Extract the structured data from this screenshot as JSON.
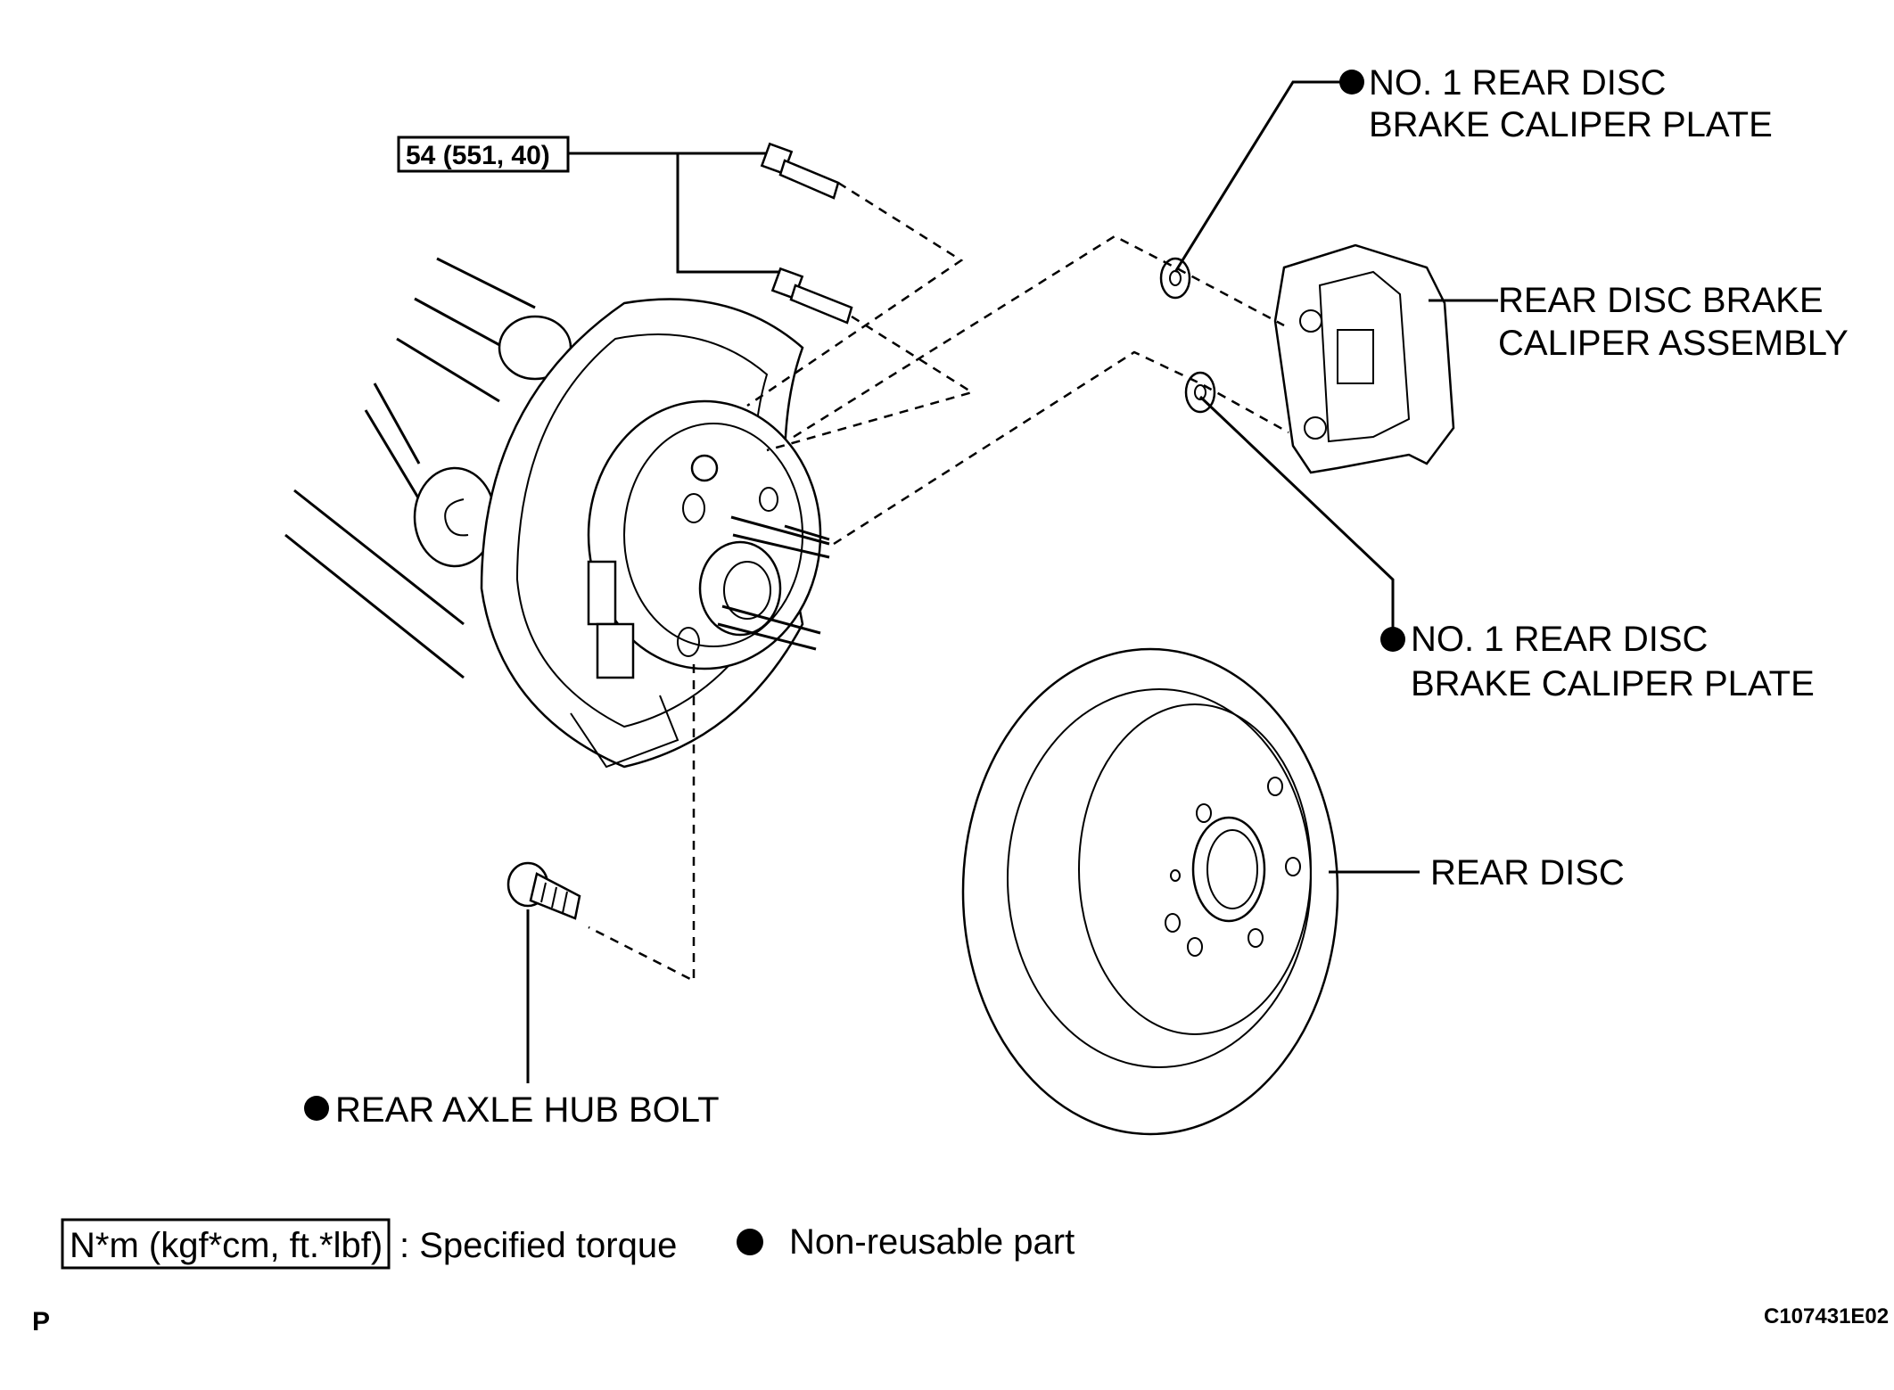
{
  "labels": {
    "caliper_plate_top_line1": "NO. 1 REAR DISC",
    "caliper_plate_top_line2": "BRAKE CALIPER PLATE",
    "caliper_assembly_line1": "REAR DISC BRAKE",
    "caliper_assembly_line2": "CALIPER ASSEMBLY",
    "caliper_plate_mid_line1": "NO. 1 REAR DISC",
    "caliper_plate_mid_line2": "BRAKE CALIPER PLATE",
    "rear_disc": "REAR DISC",
    "hub_bolt": "REAR AXLE HUB BOLT",
    "torque_value": "54 (551, 40)"
  },
  "legend": {
    "torque_box": "N*m (kgf*cm, ft.*lbf)",
    "torque_desc": ": Specified torque",
    "nonreusable_desc": "Non-reusable part"
  },
  "footer": {
    "page_letter": "P",
    "figure_code": "C107431E02"
  },
  "icons": [
    "non-reusable-dot-icon",
    "bolt-icon",
    "washer-icon"
  ]
}
